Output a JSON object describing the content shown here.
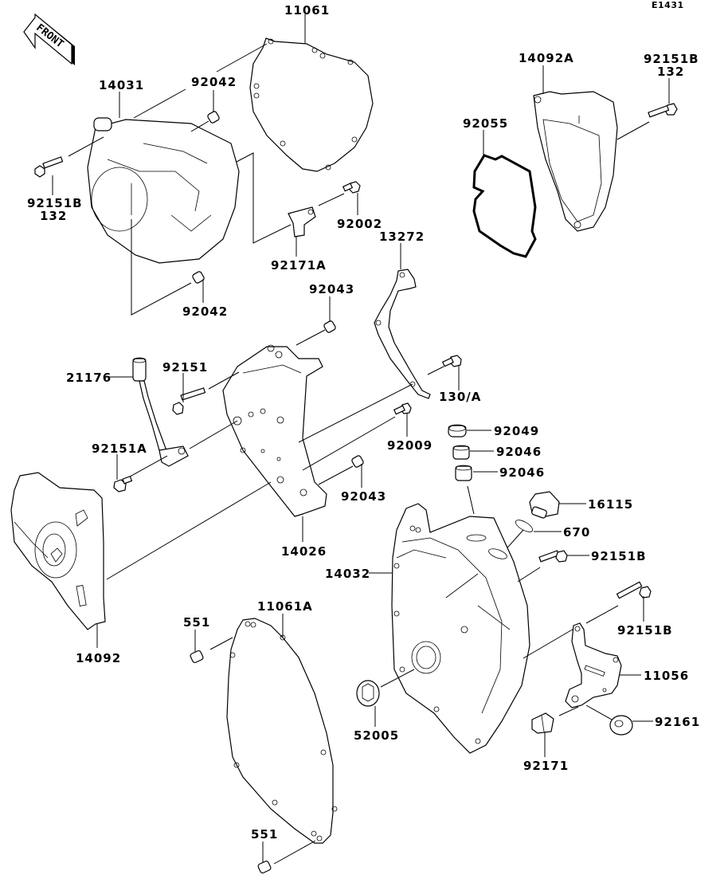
{
  "diagram": {
    "code": "E1431",
    "front_label": "FRONT",
    "labels": {
      "p11061": "11061",
      "p14031": "14031",
      "p92042_top": "92042",
      "p92151B_left": "92151B",
      "p132_left": "132",
      "p92002": "92002",
      "p92171A": "92171A",
      "p92042_bottom": "92042",
      "p14092A": "14092A",
      "p92151B_right": "92151B",
      "p132_right": "132",
      "p92055": "92055",
      "p13272": "13272",
      "p92043_top": "92043",
      "p21176": "21176",
      "p92151": "92151",
      "p130A": "130/A",
      "p92151A": "92151A",
      "p92009": "92009",
      "p92049": "92049",
      "p92046_a": "92046",
      "p92046_b": "92046",
      "p92043_bottom": "92043",
      "p16115": "16115",
      "p14026": "14026",
      "p670": "670",
      "p14032": "14032",
      "p92151B_mid": "92151B",
      "p551_top": "551",
      "p11061A": "11061A",
      "p92151B_lower": "92151B",
      "p14092": "14092",
      "p11056": "11056",
      "p92161": "92161",
      "p52005": "52005",
      "p92171": "92171",
      "p551_bottom": "551"
    }
  }
}
